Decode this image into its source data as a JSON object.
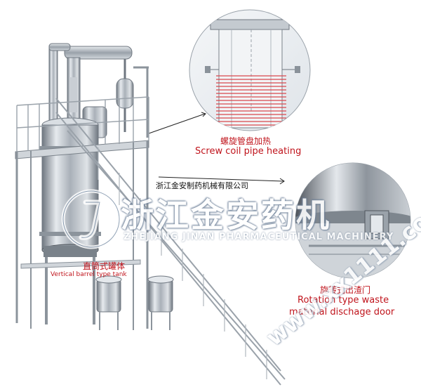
{
  "company_name": "浙江金安制药机械有限公司",
  "brand": {
    "name_cn": "浙江金安药机",
    "name_en": "ZHEJIANG JINAN PHARMACEUTICAL MACHINERY"
  },
  "labels": {
    "screw_coil_cn": "螺旋管盘加热",
    "screw_coil_en": "Screw coil pipe heating",
    "vertical_tank_cn": "直筒式罐体",
    "vertical_tank_en": "Vertical barrel type tank",
    "rotation_door_cn": "旋转式出渣门",
    "rotation_door_en_1": "Rotation type waste",
    "rotation_door_en_2": "material dischage door"
  },
  "watermark": "www.xx1111.com",
  "colors": {
    "label_red": "#c0141c",
    "steel": "#b9c0c8",
    "frame": "#8c949c"
  },
  "icons": {
    "logo": "brand-logo-icon"
  }
}
